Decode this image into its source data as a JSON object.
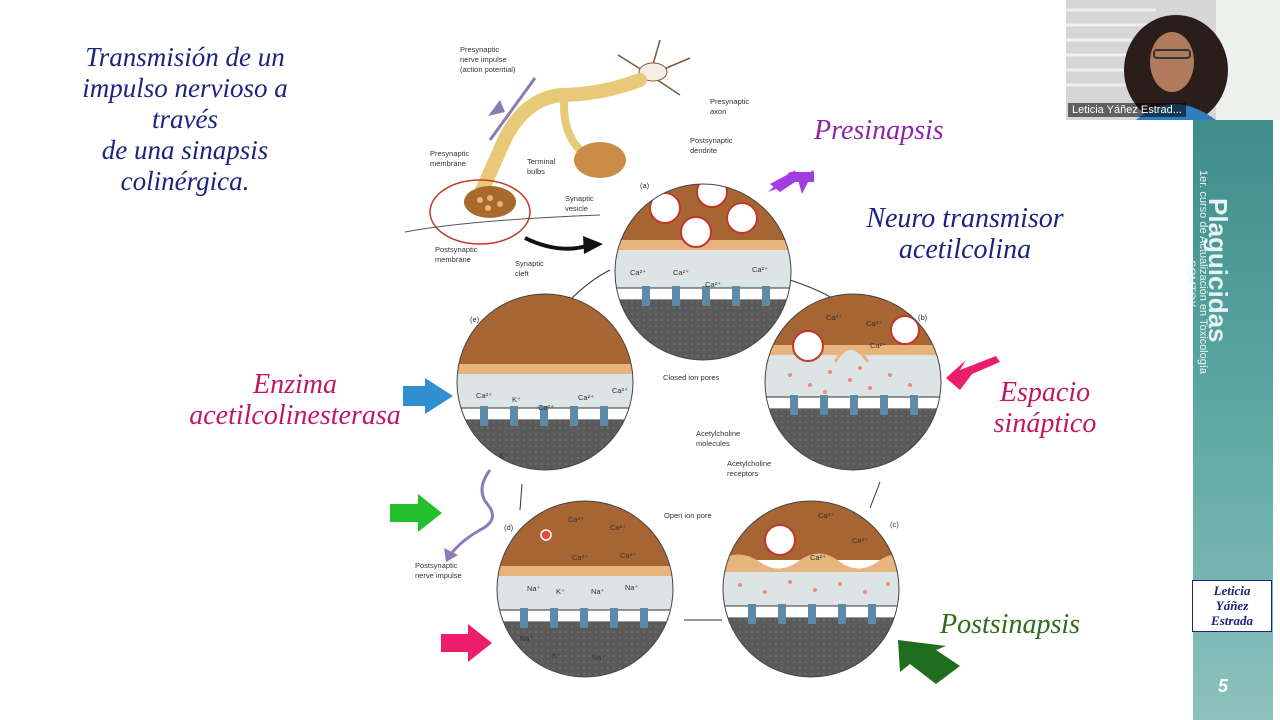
{
  "slide": {
    "title_lines": [
      "Transmisión de un",
      "impulso nervioso a",
      "través",
      "de una sinapsis",
      "colinérgica."
    ],
    "labels": {
      "presinapsis": "Presinapsis",
      "neuro_line1": "Neuro transmisor",
      "neuro_line2": "acetilcolina",
      "espacio_line1": "Espacio",
      "espacio_line2": "sináptico",
      "enzima_line1": "Enzima",
      "enzima_line2": "acetilcolinesterasa",
      "postsinapsis": "Postsinapsis"
    },
    "colors": {
      "purple": "#8e24aa",
      "navy": "#1a237e",
      "magenta": "#c2185b",
      "green": "#2e6b1a",
      "arrow_blue": "#2f8fd1",
      "arrow_green": "#22c02a",
      "arrow_pink": "#ec1d6b",
      "arrow_darkgreen": "#1f6e1f",
      "arrow_purple": "#a23ee0"
    },
    "page_number": "5"
  },
  "diagram": {
    "neuron_labels": {
      "presyn_impulse_1": "Presynaptic",
      "presyn_impulse_2": "nerve impulse",
      "presyn_impulse_3": "(action potential)",
      "presyn_axon_1": "Presynaptic",
      "presyn_axon_2": "axon",
      "postsyn_dendrite_1": "Postsynaptic",
      "postsyn_dendrite_2": "dendrite",
      "presyn_membrane_1": "Presynaptic",
      "presyn_membrane_2": "membrane",
      "terminal_bulbs_1": "Terminal",
      "terminal_bulbs_2": "bulbs",
      "synaptic_vesicle_1": "Synaptic",
      "synaptic_vesicle_2": "vesicle",
      "postsyn_membrane_1": "Postsynaptic",
      "postsyn_membrane_2": "membrane",
      "synaptic_cleft_1": "Synaptic",
      "synaptic_cleft_2": "cleft"
    },
    "panel_letters": [
      "(a)",
      "(b)",
      "(c)",
      "(d)",
      "(e)"
    ],
    "closed_ion_pores": "Closed ion pores",
    "ach_molecules_1": "Acetylcholine",
    "ach_molecules_2": "molecules",
    "ach_receptors_1": "Acetylcholine",
    "ach_receptors_2": "receptors",
    "open_ion_pore": "Open ion pore",
    "postsyn_nerve_1": "Postsynaptic",
    "postsyn_nerve_2": "nerve impulse",
    "ions": {
      "ca": "Ca²⁺",
      "na": "Na⁺",
      "k": "K⁺"
    }
  },
  "sidebar": {
    "banner_title": "Plaguicidas",
    "banner_subtitle_1": "1er. curso de Actualización en Toxicología",
    "banner_subtitle_2": "SOMTOX",
    "name_line1": "Leticia",
    "name_line2": "Yáñez",
    "name_line3": "Estrada"
  },
  "video": {
    "participant_name": "Leticia Yáñez Estrad..."
  }
}
